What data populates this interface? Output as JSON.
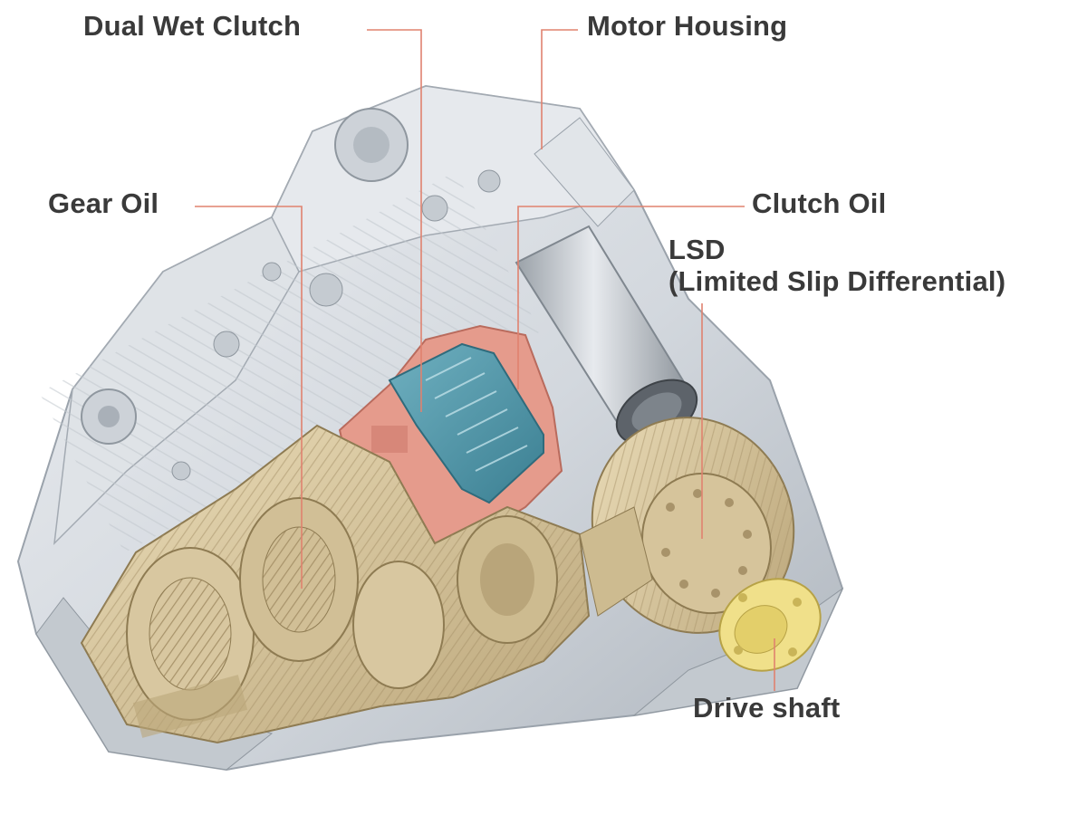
{
  "labels": {
    "dual_wet_clutch": "Dual Wet Clutch",
    "motor_housing": "Motor Housing",
    "gear_oil": "Gear Oil",
    "clutch_oil": "Clutch Oil",
    "lsd_line1": "LSD",
    "lsd_line2": "(Limited Slip Differential)",
    "drive_shaft": "Drive shaft"
  },
  "colors": {
    "leader_line": "#e0826f",
    "housing": "#d9dde2",
    "housing_shadow": "#aab1b9",
    "gear": "#d8c7a0",
    "gear_dark": "#b9a57a",
    "clutch_oil_region": "#e59b8c",
    "clutch": "#4f93a5",
    "drive_shaft": "#f0e08a",
    "label_text": "#3a3a3a"
  }
}
